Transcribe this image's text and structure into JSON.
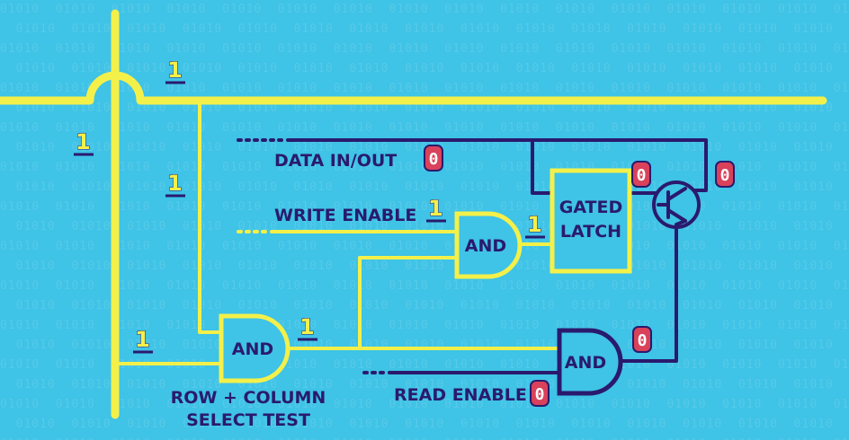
{
  "background_bits": "01010",
  "labels": {
    "data_in_out": "DATA IN/OUT",
    "write_enable": "WRITE ENABLE",
    "read_enable": "READ ENABLE",
    "row_column_line1": "ROW + COLUMN",
    "row_column_line2": "SELECT TEST",
    "gated_line1": "GATED",
    "gated_line2": "LATCH",
    "and_row_col": "AND",
    "and_write": "AND",
    "and_read": "AND"
  },
  "signals": {
    "row_line": "1",
    "column_line": "1",
    "vertical_branch": "1",
    "write_enable": "1",
    "write_and_out": "1",
    "select_in": "1",
    "select_out": "1",
    "data_in_out": "0",
    "latch_out": "0",
    "transistor_out": "0",
    "read_and_out": "0",
    "read_enable": "0"
  },
  "colors": {
    "background": "#3fc3e6",
    "wire_active": "#f4f04a",
    "wire_inactive": "#2a1a6e",
    "zero_badge": "#d9425a"
  }
}
